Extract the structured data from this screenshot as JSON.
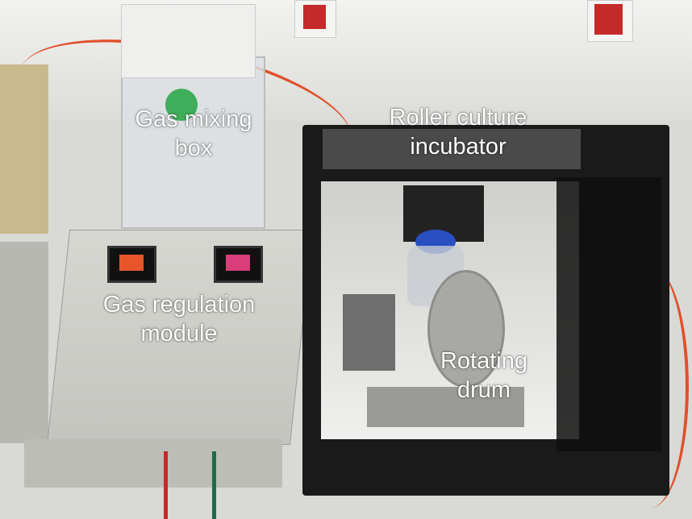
{
  "labels": {
    "gas_mixing_box": [
      "Gas mixing",
      "box"
    ],
    "roller_culture_incubator": [
      "Roller culture",
      "incubator"
    ],
    "gas_regulation_module": [
      "Gas regulation",
      "module"
    ],
    "rotating_drum": [
      "Rotating",
      "drum"
    ]
  },
  "colors": {
    "wall": "#ececea",
    "bench": "#d9d9d6",
    "incubator_frame": "#1a1a1a",
    "module_body": "#cfcfca",
    "tubing_red": "#e0502a",
    "socket_red": "#c42a2a"
  }
}
